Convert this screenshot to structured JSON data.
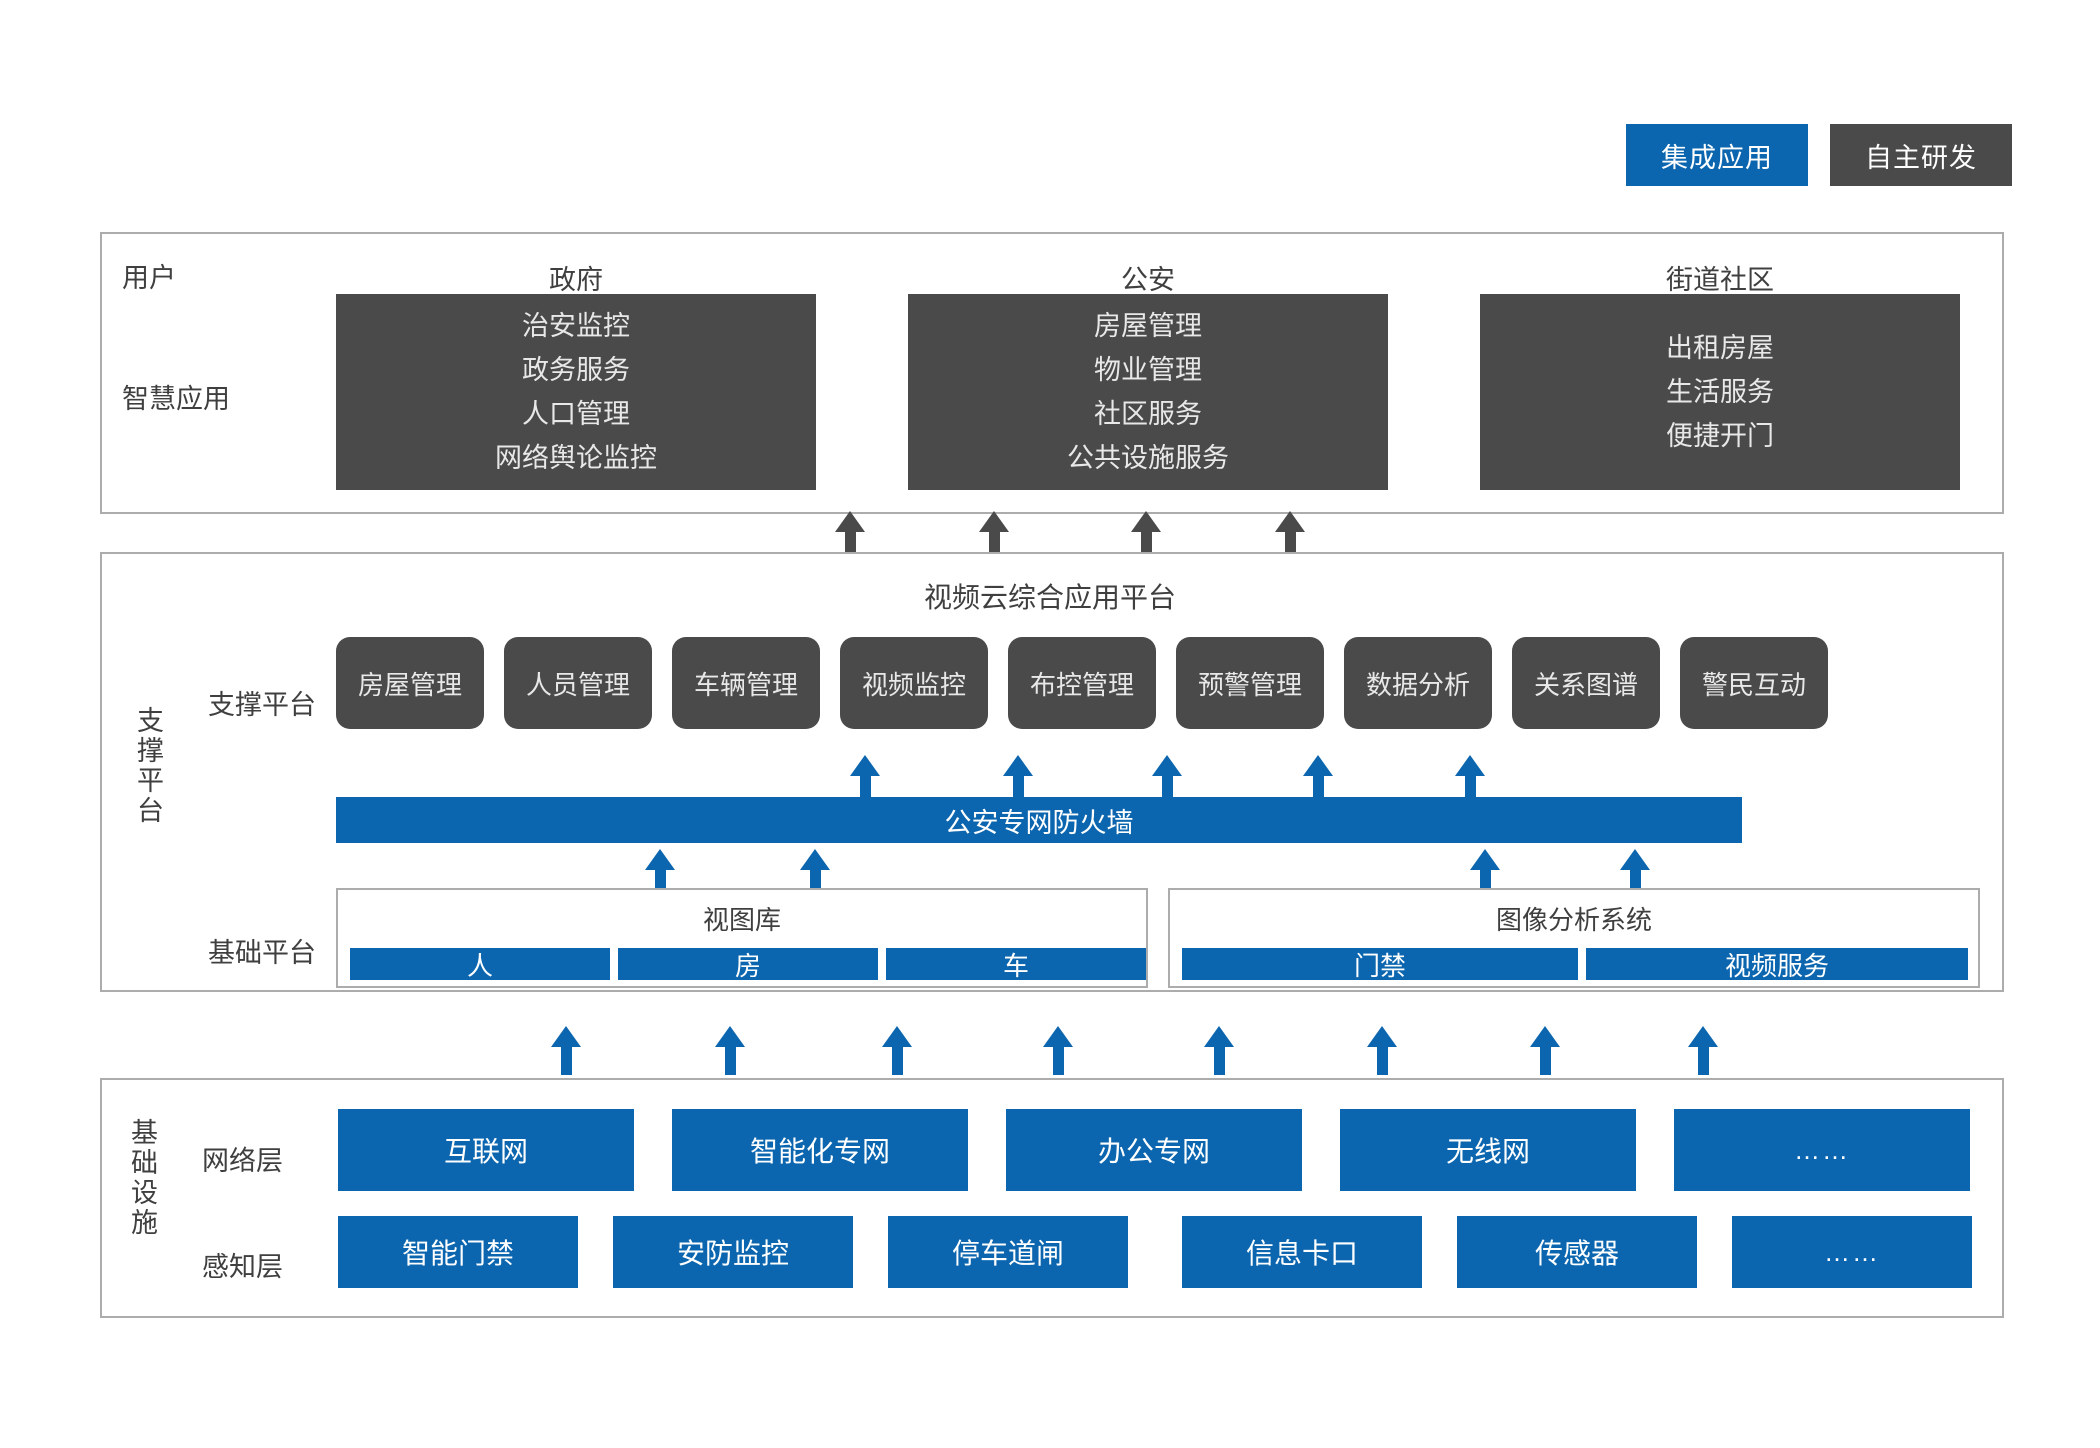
{
  "legend": {
    "items": [
      {
        "label": "集成应用",
        "color": "#0B66AF",
        "style": "blue"
      },
      {
        "label": "自主研发",
        "color": "#4A4A4A",
        "style": "dark"
      }
    ]
  },
  "applications": {
    "row_labels": {
      "user": "用户",
      "smart_app": "智慧应用"
    },
    "columns": [
      {
        "title": "政府",
        "items": [
          "治安监控",
          "政务服务",
          "人口管理",
          "网络舆论监控"
        ]
      },
      {
        "title": "公安",
        "items": [
          "房屋管理",
          "物业管理",
          "社区服务",
          "公共设施服务"
        ]
      },
      {
        "title": "街道社区",
        "items": [
          "出租房屋",
          "生活服务",
          "便捷开门"
        ]
      }
    ]
  },
  "platform": {
    "side_label": "支撑平台",
    "title": "视频云综合应用平台",
    "support_row_label": "支撑平台",
    "base_row_label": "基础平台",
    "modules": [
      "房屋管理",
      "人员管理",
      "车辆管理",
      "视频监控",
      "布控管理",
      "预警管理",
      "数据分析",
      "关系图谱",
      "警民互动"
    ],
    "firewall": "公安专网防火墙",
    "base_groups": [
      {
        "title": "视图库",
        "items": [
          "人",
          "房",
          "车"
        ]
      },
      {
        "title": "图像分析系统",
        "items": [
          "门禁",
          "视频服务"
        ]
      }
    ]
  },
  "infrastructure": {
    "side_label": "基础设施",
    "rows": [
      {
        "label": "网络层",
        "items": [
          "互联网",
          "智能化专网",
          "办公专网",
          "无线网",
          "……"
        ]
      },
      {
        "label": "感知层",
        "items": [
          "智能门禁",
          "安防监控",
          "停车道闸",
          "信息卡口",
          "传感器",
          "……"
        ]
      }
    ]
  },
  "colors": {
    "blue": "#0B66AF",
    "dark": "#4A4A4A",
    "border": "#ACACAC",
    "text": "#3F3F3F"
  }
}
